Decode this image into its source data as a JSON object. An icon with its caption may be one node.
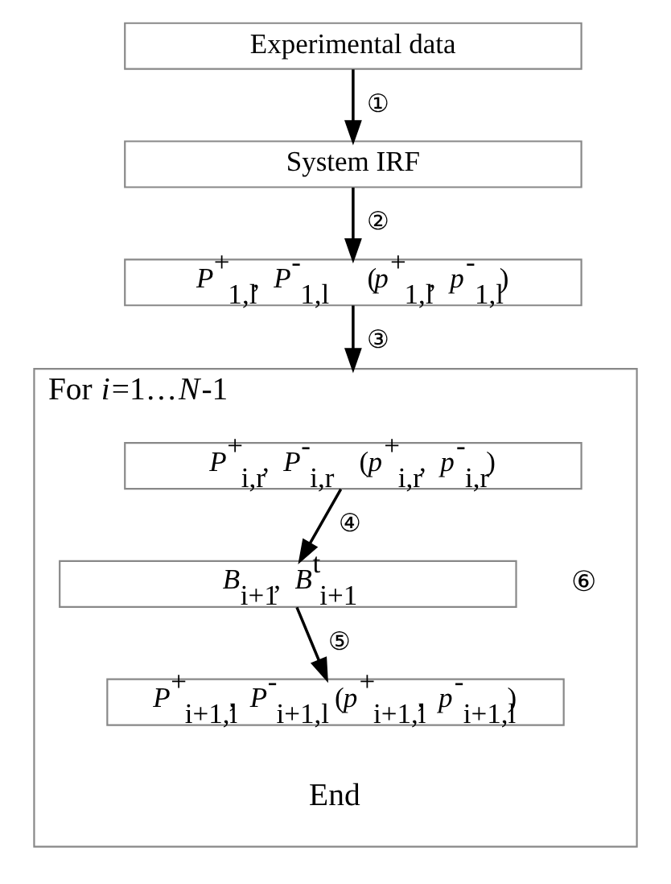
{
  "diagram": {
    "nodes": [
      {
        "text": [
          "Experimental data"
        ]
      },
      {
        "text": [
          "System IRF"
        ]
      },
      {
        "text": [
          "*P*$^{+}$$_{1,l}$, *P*$^{-}$$_{1,l}$   (*p*$^{+}$$_{1,l}$, *p*$^{-}$$_{1,l}$)"
        ]
      },
      {
        "text": [
          "For *i*=1…*N*-1",
          "End"
        ]
      },
      {
        "text": [
          "*P*$^{+}$$_{i,r}$, *P*$^{-}$$_{i,r}$  (*p*$^{+}$$_{i,r}$, *p*$^{-}$$_{i,r}$)"
        ],
        "in": 3
      },
      {
        "text": [
          "*B*$_{i+1}$, *B*$^{t}$$_{i+1}$"
        ],
        "in": 3
      },
      {
        "text": [
          "*P*$^{+}$$_{i+1,l}$, *P*$^{-}$$_{i+1,l}$ (*p*$^{+}$$_{i+1,l}$, *p*$^{-}$$_{i+1,l}$)"
        ],
        "in": 3
      }
    ],
    "edges": [
      {
        "from": 0,
        "to": 1,
        "arrow": "to",
        "label": "①"
      },
      {
        "from": 1,
        "to": 2,
        "arrow": "to",
        "label": "②"
      },
      {
        "from": 2,
        "to": 3,
        "arrow": "to",
        "label": "③"
      },
      {
        "from": 4,
        "to": 5,
        "arrow": "to",
        "label": "④"
      },
      {
        "from": 5,
        "to": 6,
        "arrow": "to",
        "label": "⑤"
      }
    ],
    "labels": [
      "⑥"
    ]
  }
}
